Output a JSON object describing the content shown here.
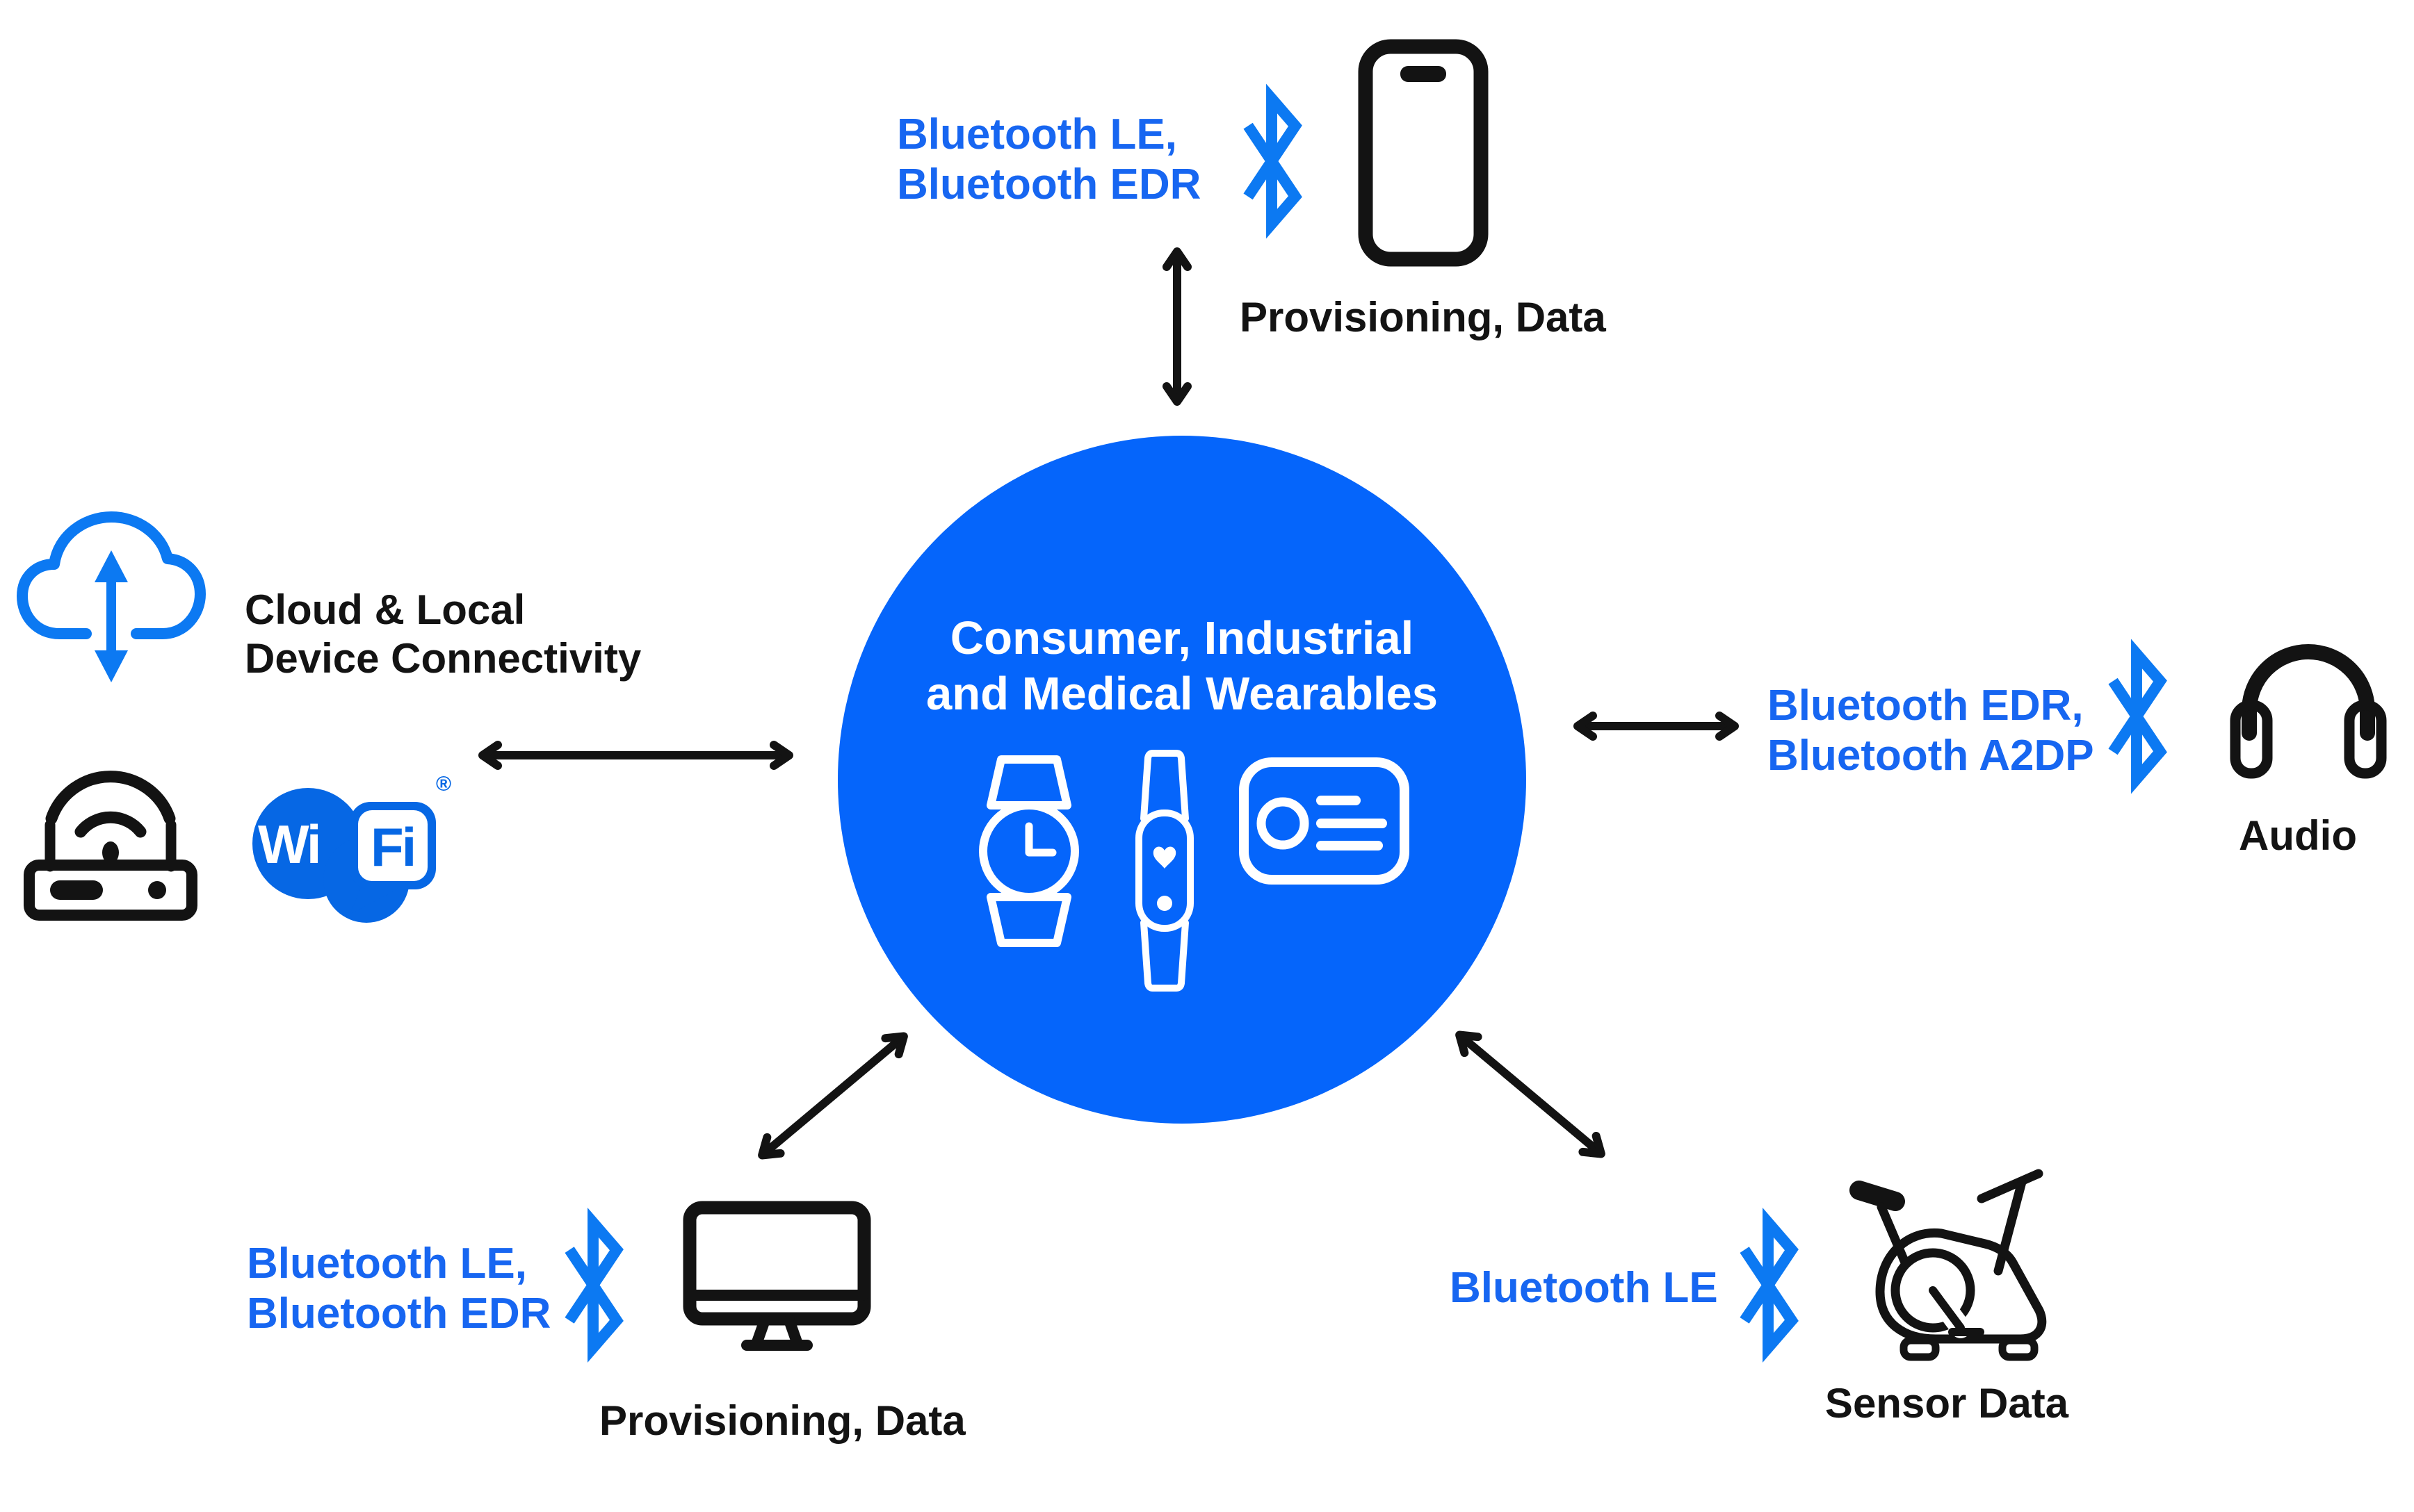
{
  "colors": {
    "circle_blue": "#0565FB",
    "label_blue": "#1766F1",
    "bluetooth_blue": "#0C79F2",
    "wifi_blue": "#0667E4",
    "ink": "#131313",
    "white": "#FFFFFF"
  },
  "center": {
    "line1": "Consumer, Industrial",
    "line2": "and Medical Wearables"
  },
  "top_node": {
    "protocols": {
      "line1": "Bluetooth LE,",
      "line2": "Bluetooth EDR"
    },
    "caption": "Provisioning, Data"
  },
  "left_node": {
    "label": {
      "line1": "Cloud & Local",
      "line2": "Device Connectivity"
    },
    "wifi": {
      "wi": "Wi",
      "fi": "Fi",
      "registered": "®"
    }
  },
  "right_node": {
    "protocols": {
      "line1": "Bluetooth EDR,",
      "line2": "Bluetooth A2DP"
    },
    "caption": "Audio"
  },
  "bottom_left_node": {
    "protocols": {
      "line1": "Bluetooth LE,",
      "line2": "Bluetooth EDR"
    },
    "caption": "Provisioning, Data"
  },
  "bottom_right_node": {
    "protocol": "Bluetooth LE",
    "caption": "Sensor Data"
  }
}
